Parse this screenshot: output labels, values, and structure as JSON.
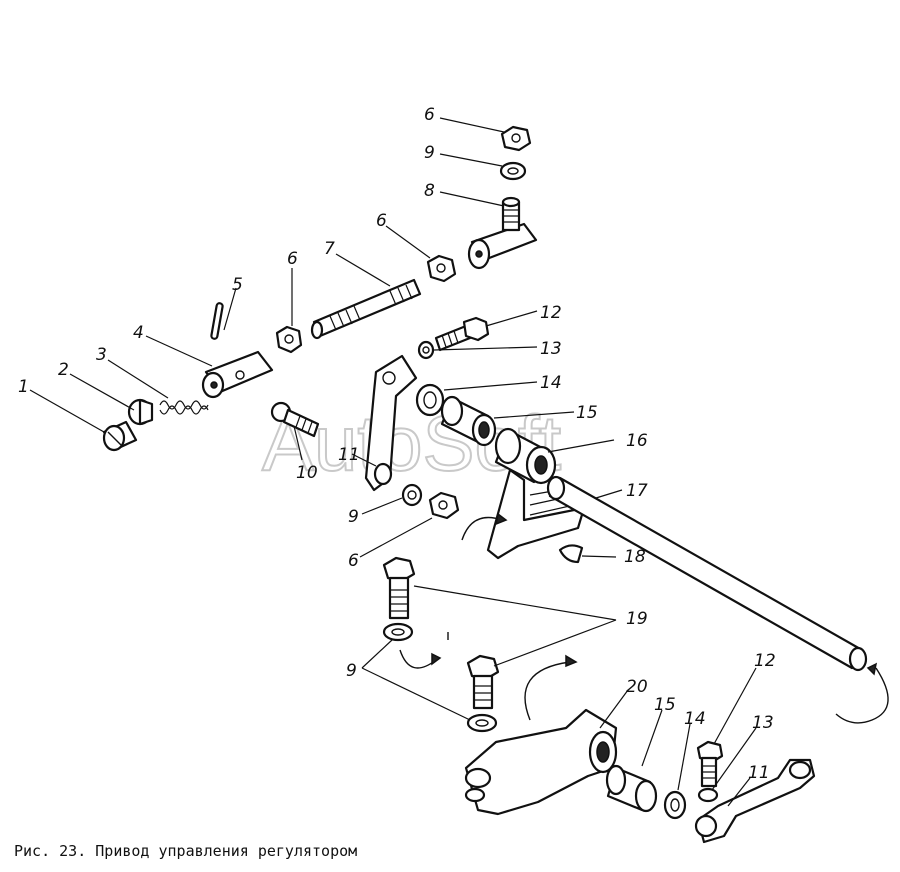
{
  "figure": {
    "caption": "Рис. 23. Привод управления регулятором",
    "watermark": "AutoSoft",
    "callouts": [
      "1",
      "2",
      "3",
      "4",
      "5",
      "6",
      "7",
      "6",
      "6",
      "9",
      "8",
      "12",
      "13",
      "14",
      "15",
      "16",
      "17",
      "10",
      "11",
      "9",
      "6",
      "18",
      "19",
      "9",
      "20",
      "15",
      "14",
      "12",
      "13",
      "11"
    ]
  }
}
